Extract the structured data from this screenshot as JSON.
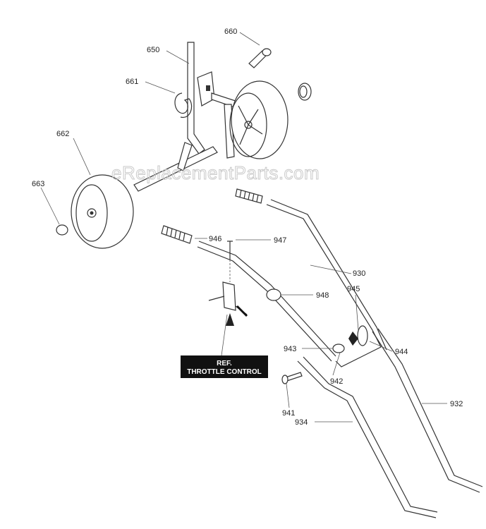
{
  "watermark": "eReplacementParts.com",
  "reference_box": {
    "line1": "REF.",
    "line2": "THROTTLE CONTROL"
  },
  "part_labels": {
    "p660": "660",
    "p650": "650",
    "p661": "661",
    "p662": "662",
    "p663": "663",
    "p946": "946",
    "p947": "947",
    "p930": "930",
    "p948": "948",
    "p945": "945",
    "p943": "943",
    "p944": "944",
    "p942": "942",
    "p941": "941",
    "p934": "934",
    "p932": "932"
  }
}
